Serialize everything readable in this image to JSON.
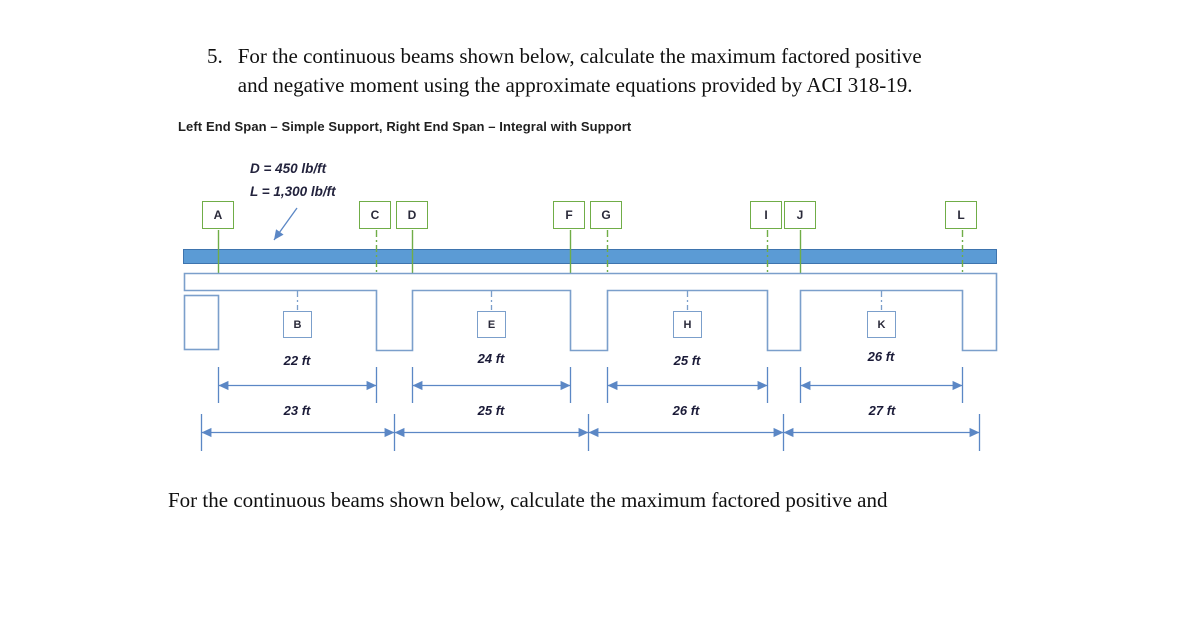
{
  "heading": {
    "number": "5.",
    "line1": "For the continuous beams shown below, calculate the maximum factored positive",
    "line2": "and negative moment using the approximate equations provided by ACI 318-19."
  },
  "subtitle": "Left End Span – Simple Support, Right End Span – Integral with Support",
  "diagram": {
    "loads": {
      "dead": "D = 450 lb/ft",
      "live": "L = 1,300 lb/ft"
    },
    "grid_labels": [
      "A",
      "C",
      "D",
      "F",
      "G",
      "I",
      "J",
      "L"
    ],
    "support_labels": [
      "B",
      "E",
      "H",
      "K"
    ],
    "clear_spans": [
      "22 ft",
      "24 ft",
      "25 ft",
      "26 ft"
    ],
    "cc_spans": [
      "23 ft",
      "25 ft",
      "26 ft",
      "27 ft"
    ],
    "colors": {
      "grid_green": "#70AD47",
      "beam_fill": "#5B9BD5",
      "beam_border": "#3E74AE",
      "outline_blue": "#7B9FCB",
      "dimension_blue": "#5B87C5",
      "text_dark": "#1b1b38"
    }
  },
  "footer": {
    "text": "For the continuous beams shown below, calculate the maximum factored positive and"
  }
}
